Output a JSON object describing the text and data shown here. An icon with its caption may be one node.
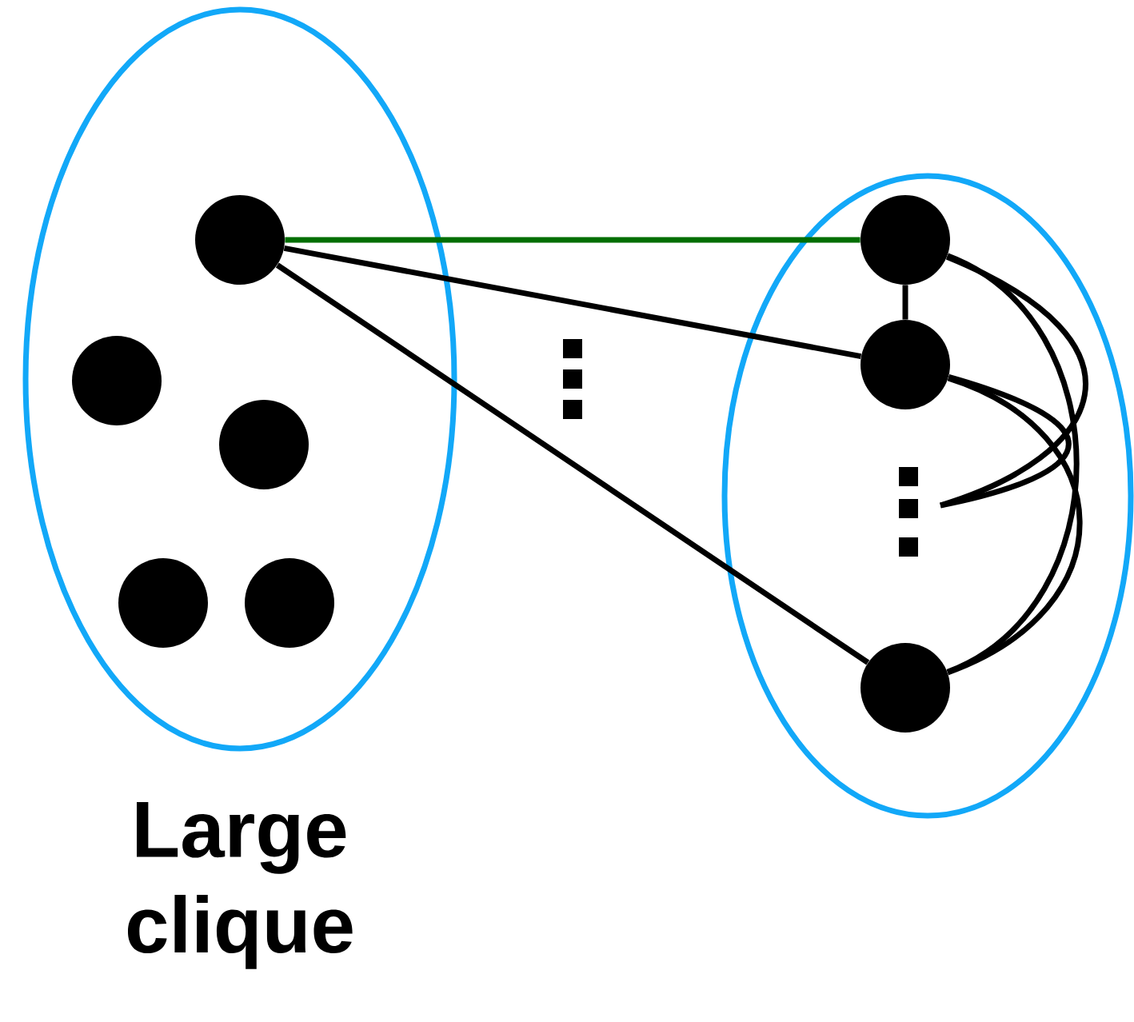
{
  "diagram": {
    "nodes": [
      {
        "text": [
          "Large clique"
        ]
      },
      {
        "text": [],
        "shape": "ellipse"
      },
      {
        "text": [],
        "shape": "circle",
        "in": 0
      },
      {
        "text": [],
        "shape": "circle",
        "in": 0
      },
      {
        "text": [],
        "shape": "circle",
        "in": 0
      },
      {
        "text": [],
        "shape": "circle",
        "in": 0
      },
      {
        "text": [],
        "shape": "circle",
        "in": 0
      },
      {
        "text": [],
        "shape": "circle",
        "in": 1
      },
      {
        "text": [],
        "shape": "circle",
        "in": 1
      },
      {
        "text": [],
        "shape": "circle",
        "in": 1
      }
    ],
    "edges": [
      {
        "from": 2,
        "to": 7,
        "arrow": "none",
        "color": "#006e00"
      },
      {
        "from": 2,
        "to": 8,
        "arrow": "none"
      },
      {
        "from": 2,
        "to": 9,
        "arrow": "none"
      },
      {
        "from": 7,
        "to": 8,
        "arrow": "none"
      },
      {
        "from": 7,
        "to": 9,
        "arrow": "none"
      },
      {
        "from": 8,
        "to": 9,
        "arrow": "none"
      },
      {
        "from": 7,
        "to": null,
        "arrow": "none"
      },
      {
        "from": 8,
        "to": null,
        "arrow": "none"
      }
    ]
  }
}
